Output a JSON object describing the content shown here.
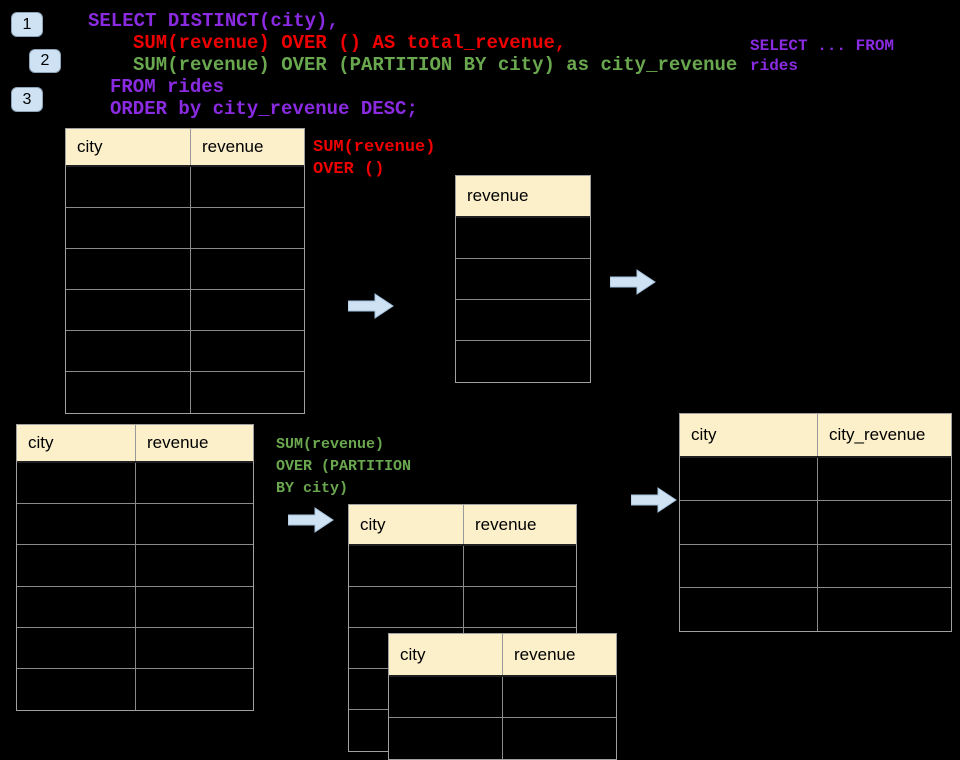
{
  "colors": {
    "background": "#000000",
    "sql_purple": "#8a2be2",
    "sql_red": "#ee0000",
    "sql_green": "#6aa84f",
    "arrow_blue": "#cfe2f3",
    "table_header_bg": "#fcf0cb",
    "table_border": "#a0a0a0"
  },
  "step_badges": [
    "1",
    "2",
    "3"
  ],
  "sql_query": {
    "line1": "SELECT DISTINCT(city),",
    "line2": "SUM(revenue) OVER () AS total_revenue,",
    "line3": "SUM(revenue) OVER (PARTITION BY city) as city_revenue",
    "line4": "FROM rides",
    "line5": "ORDER by city_revenue DESC;"
  },
  "from_note": {
    "line1": "SELECT ... FROM",
    "line2": "rides"
  },
  "total_annotation": {
    "line1": "SUM(revenue)",
    "line2": "OVER ()"
  },
  "partition_annotation": {
    "line1": "SUM(revenue)",
    "line2": "OVER (PARTITION",
    "line3": "BY city)"
  },
  "tables": {
    "source_top": {
      "col1": "city",
      "col2": "revenue"
    },
    "total_result": {
      "col1": "revenue"
    },
    "source_bottom": {
      "col1": "city",
      "col2": "revenue"
    },
    "partition_step": {
      "col1": "city",
      "col2": "revenue"
    },
    "partition_overlay": {
      "col1": "city",
      "col2": "revenue"
    },
    "final_result": {
      "col1": "city",
      "col2": "city_revenue"
    }
  }
}
